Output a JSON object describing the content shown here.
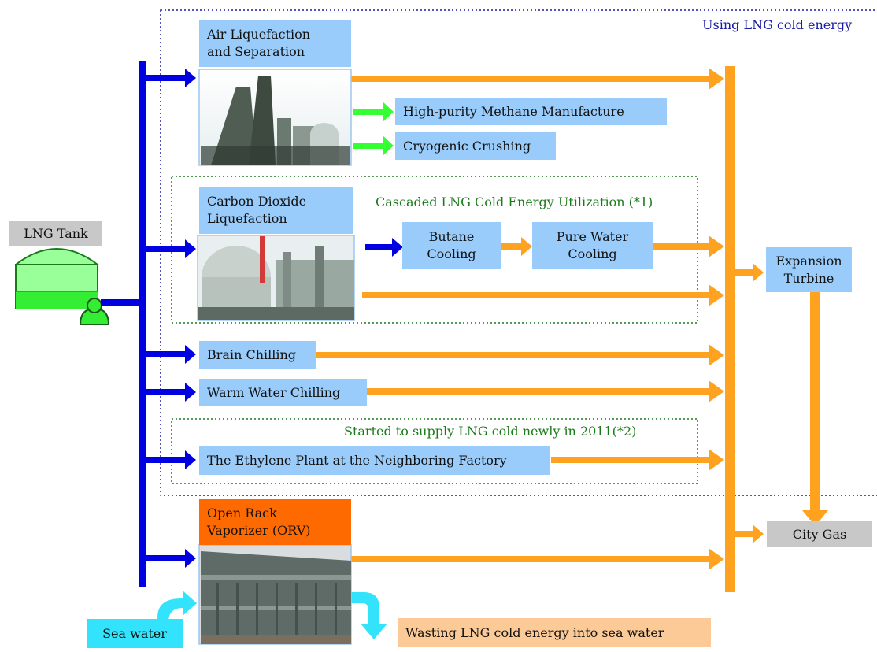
{
  "region": {
    "title": "Using LNG cold energy"
  },
  "captions": {
    "cascaded": "Cascaded LNG Cold Energy Utilization (*1)",
    "new_2011": "Started to supply LNG cold newly in 2011(*2)"
  },
  "boxes": {
    "lng_tank": "LNG Tank",
    "air_liquefaction": "Air Liquefaction\nand Separation",
    "high_purity_methane": "High-purity Methane Manufacture",
    "cryogenic_crushing": "Cryogenic Crushing",
    "co2_liquefaction": "Carbon Dioxide\nLiquefaction",
    "butane_cooling": "Butane\nCooling",
    "pure_water_cooling": "Pure Water\nCooling",
    "brain_chilling": "Brain Chilling",
    "warm_water_chilling": "Warm Water Chilling",
    "ethylene_plant": "The Ethylene Plant at the Neighboring Factory",
    "orv": "Open Rack\nVaporizer (ORV)",
    "expansion_turbine": "Expansion\nTurbine",
    "city_gas": "City Gas",
    "sea_water": "Sea water",
    "wasting": "Wasting LNG cold energy into sea water"
  },
  "colors": {
    "lng_flow": "#0000e0",
    "gas_flow": "#ffa21f",
    "green_flow": "#33ff33",
    "sea_flow": "#33e3fb",
    "process_box": "#99ccfa",
    "orv_box": "#ff6a00"
  }
}
